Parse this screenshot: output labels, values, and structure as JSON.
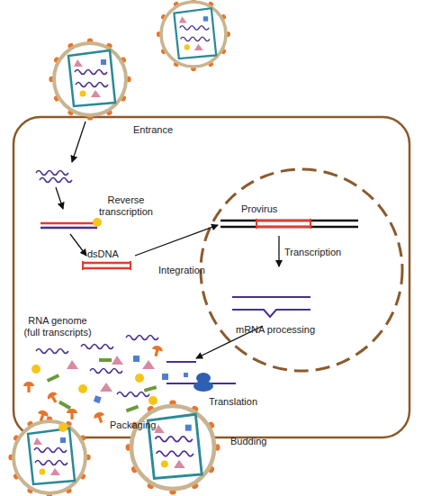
{
  "diagram": {
    "labels": [
      "Entrance",
      "Reverse transcription",
      "dsDNA",
      "Provirus",
      "Integration",
      "Transcription",
      "mRNA processing",
      "RNA genome (full transcripts)",
      "Translation",
      "Packaging",
      "Budding"
    ]
  }
}
